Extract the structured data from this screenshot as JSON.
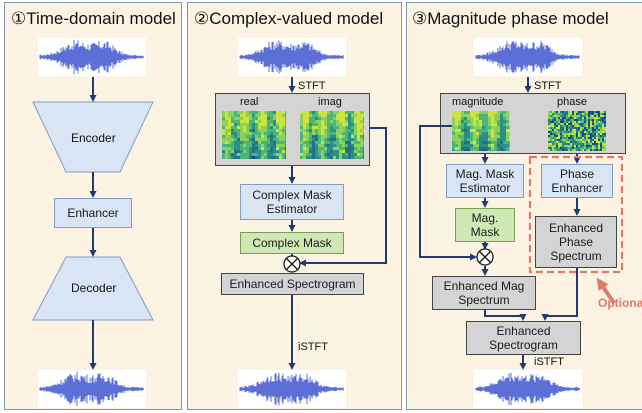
{
  "panels": {
    "time": {
      "title": "①Time-domain model",
      "encoder": "Encoder",
      "enhancer": "Enhancer",
      "decoder": "Decoder"
    },
    "complex": {
      "title": "②Complex-valued model",
      "stft": "STFT",
      "real": "real",
      "imag": "imag",
      "mask_estimator": "Complex Mask Estimator",
      "mask": "Complex Mask",
      "enhanced": "Enhanced Spectrogram",
      "istft": "iSTFT"
    },
    "magphase": {
      "title": "③Magnitude phase model",
      "stft": "STFT",
      "magnitude": "magnitude",
      "phase": "phase",
      "mag_mask_estimator": "Mag. Mask Estimator",
      "mag_mask": "Mag. Mask",
      "enhanced_mag": "Enhanced Mag Spectrum",
      "phase_enhancer": "Phase Enhancer",
      "enhanced_phase": "Enhanced Phase Spectrum",
      "enhanced_spec": "Enhanced Spectrogram",
      "istft": "iSTFT",
      "optional": "Optional"
    }
  },
  "colors": {
    "panel_bg": "#fcf3e2",
    "arrow": "#1f3a73",
    "box_blue": "#d9e4f4",
    "box_green": "#cfe9b4",
    "box_gray": "#d4d4d4",
    "optional": "#e07a6a",
    "waveform": "#5b6fd6"
  }
}
